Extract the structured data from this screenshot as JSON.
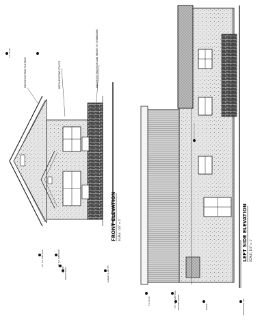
{
  "sheet": {
    "front_elevation": {
      "title": "FRONT ELEVATION",
      "scale": "SCALE: 1/4\" = 1'",
      "notes": {
        "tile_roof": "MATCH EXISTING TILE ROOF",
        "stucco": "MATCH EXISTING STUCCO",
        "stone": "MATCH EXISTING ROCK AND HEIGHT OF STONEWORK"
      },
      "levels": {
        "top_plate": "T.O. PLATE",
        "first_floor_a": "1ST FLR. SUBFLOOR",
        "first_floor_b": "1ST FLR. SUBFLOOR",
        "grade": "GRADE",
        "finish_floor": "FINISH FLOOR",
        "garage_slab": "GARAGE SLAB F.F.E."
      }
    },
    "left_side_elevation": {
      "title": "LEFT SIDE ELEVATION",
      "scale": "SCALE: 1/4\" = 1'",
      "levels": {
        "top_plate": "T.O. PLATE",
        "subfloor": "1ST FLR. SUBFLOOR",
        "existing": "EXISTING GRADE",
        "grade": "GRADE",
        "finish_floor": "FINISH FLOOR F.F.E."
      }
    }
  }
}
